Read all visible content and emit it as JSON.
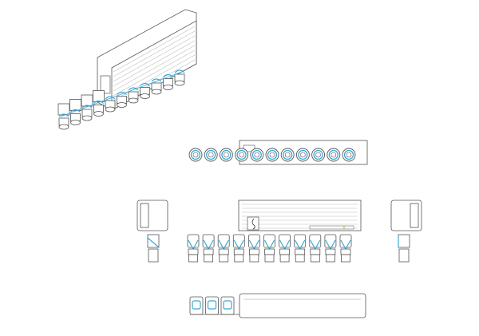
{
  "drawing": {
    "views": [
      "isometric",
      "top",
      "front",
      "left-side",
      "right-side",
      "bottom"
    ],
    "connector_count": 11,
    "bottom_view_connector_count": 3,
    "colors": {
      "line": "#555555",
      "accent": "#3aa9d6",
      "fill": "#ffffff",
      "label_accent": "#e6e04a"
    }
  }
}
